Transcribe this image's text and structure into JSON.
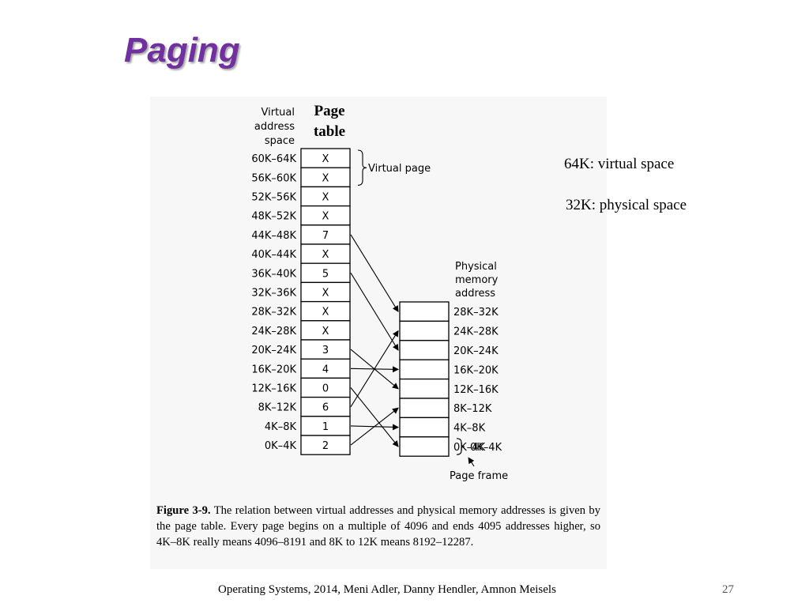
{
  "slide": {
    "title": "Paging",
    "page_number": "27",
    "footer": "Operating Systems, 2014, Meni Adler, Danny Hendler, Amnon Meisels"
  },
  "notes": {
    "virtual_space": "64K: virtual space",
    "physical_space": "32K: physical space"
  },
  "diagram": {
    "virtual_header": [
      "Virtual",
      "address",
      "space"
    ],
    "page_table_header": [
      "Page",
      "table"
    ],
    "physical_header": [
      "Physical",
      "memory",
      "address"
    ],
    "virtual_page_label": "Virtual page",
    "page_frame_label": "Page frame",
    "rows": [
      {
        "range": "60K–64K",
        "entry": "X"
      },
      {
        "range": "56K–60K",
        "entry": "X"
      },
      {
        "range": "52K–56K",
        "entry": "X"
      },
      {
        "range": "48K–52K",
        "entry": "X"
      },
      {
        "range": "44K–48K",
        "entry": "7"
      },
      {
        "range": "40K–44K",
        "entry": "X"
      },
      {
        "range": "36K–40K",
        "entry": "5"
      },
      {
        "range": "32K–36K",
        "entry": "X"
      },
      {
        "range": "28K–32K",
        "entry": "X"
      },
      {
        "range": "24K–28K",
        "entry": "X"
      },
      {
        "range": "20K–24K",
        "entry": "3"
      },
      {
        "range": "16K–20K",
        "entry": "4"
      },
      {
        "range": "12K–16K",
        "entry": "0"
      },
      {
        "range": "8K–12K",
        "entry": "6"
      },
      {
        "range": "4K–8K",
        "entry": "1"
      },
      {
        "range": "0K–4K",
        "entry": "2"
      }
    ],
    "frames": [
      "28K–32K",
      "24K–28K",
      "20K–24K",
      "16K–20K",
      "12K–16K",
      "8K–12K",
      "4K–8K",
      "0K–4K"
    ]
  },
  "caption": {
    "label": "Figure 3-9.",
    "text": "The relation between virtual addresses and physical memory addresses is given by the page table. Every page begins on a multiple of 4096 and ends 4095 addresses higher, so 4K–8K really means 4096–8191 and 8K to 12K means 8192–12287."
  }
}
